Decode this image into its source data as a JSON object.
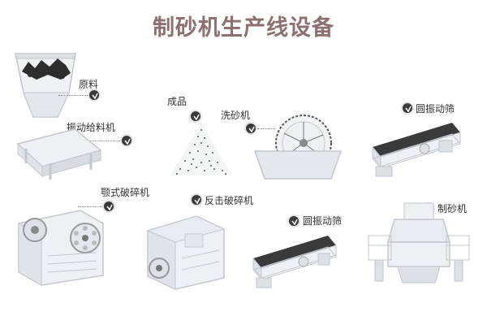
{
  "title": "制砂机生产线设备",
  "labels": {
    "raw_material": "原料",
    "product": "成品",
    "vibrating_feeder": "振动给料机",
    "sand_washer": "洗砂机",
    "circular_screen_top": "圆振动筛",
    "jaw_crusher": "颚式破碎机",
    "impact_crusher": "反击破碎机",
    "circular_screen_bottom": "圆振动筛",
    "sand_maker": "制砂机"
  },
  "colors": {
    "title": "#8c6f6f",
    "machine_fill": "#eef0f3",
    "machine_stroke": "#c3c8cf",
    "badge": "#3a3a3a"
  }
}
